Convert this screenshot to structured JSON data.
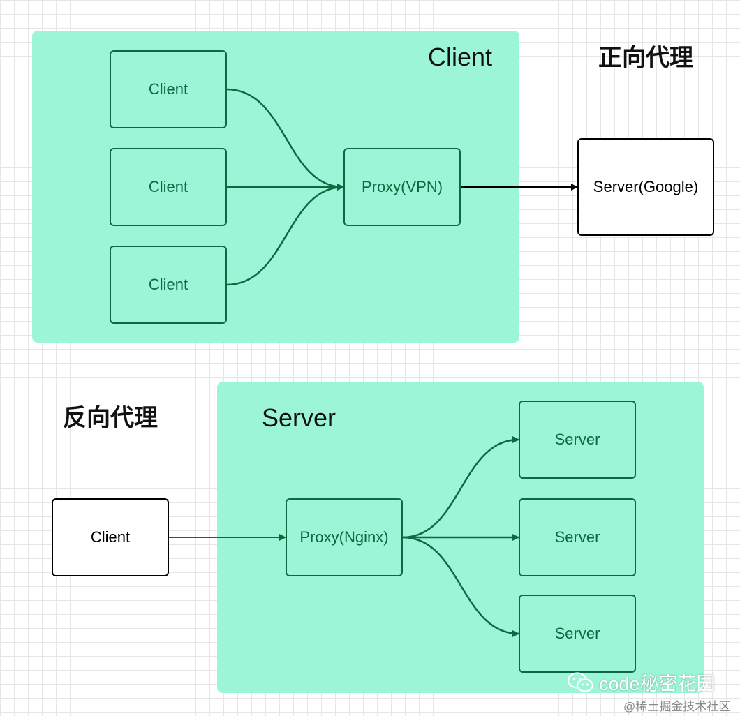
{
  "colors": {
    "region_fill": "#9cf5d6",
    "node_stroke": "#0b6a41",
    "node_text": "#0b6a41",
    "external_stroke": "#000000",
    "arrow_dark": "#000000",
    "arrow_green": "#0b6a41"
  },
  "forward_proxy": {
    "heading": "正向代理",
    "region_label": "Client",
    "clients": [
      {
        "label": "Client"
      },
      {
        "label": "Client"
      },
      {
        "label": "Client"
      }
    ],
    "proxy": {
      "label": "Proxy(VPN)"
    },
    "server": {
      "label": "Server(Google)"
    }
  },
  "reverse_proxy": {
    "heading": "反向代理",
    "region_label": "Server",
    "client": {
      "label": "Client"
    },
    "proxy": {
      "label": "Proxy(Nginx)"
    },
    "servers": [
      {
        "label": "Server"
      },
      {
        "label": "Server"
      },
      {
        "label": "Server"
      }
    ]
  },
  "watermark": {
    "icon": "wechat-icon",
    "text": "code秘密花园",
    "credit": "@稀土掘金技术社区"
  }
}
